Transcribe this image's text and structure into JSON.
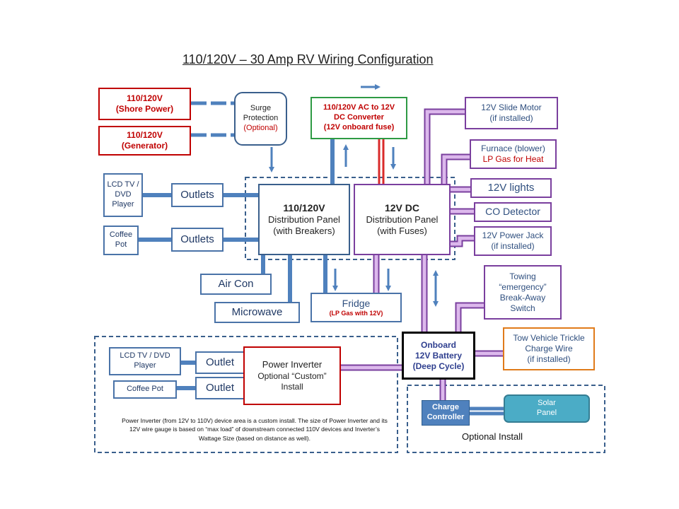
{
  "title": "110/120V – 30 Amp RV Wiring Configuration",
  "nodes": {
    "shore_line1": "110/120V",
    "shore_line2": "(Shore Power)",
    "gen_line1": "110/120V",
    "gen_line2": "(Generator)",
    "surge_line1": "Surge",
    "surge_line2": "Protection",
    "surge_line3": "(Optional)",
    "converter_line1": "110/120V AC to 12V",
    "converter_line2": "DC Converter",
    "converter_line3": "(12V onboard fuse)",
    "slide_line1": "12V Slide Motor",
    "slide_line2": "(if installed)",
    "furnace_line1": "Furnace (blower)",
    "furnace_line2": "LP Gas for Heat",
    "lights": "12V lights",
    "co": "CO Detector",
    "jack_line1": "12V Power Jack",
    "jack_line2": "(if installed)",
    "lcd1_line1": "LCD TV /",
    "lcd1_line2": "DVD",
    "lcd1_line3": "Player",
    "coffee1_line1": "Coffee",
    "coffee1_line2": "Pot",
    "outlets1": "Outlets",
    "outlets2": "Outlets",
    "ac_panel_line1": "110/120V",
    "ac_panel_line2": "Distribution Panel",
    "ac_panel_line3": "(with Breakers)",
    "dc_panel_line1": "12V DC",
    "dc_panel_line2": "Distribution Panel",
    "dc_panel_line3": "(with Fuses)",
    "aircon": "Air Con",
    "microwave": "Microwave",
    "fridge_line1": "Fridge",
    "fridge_line2": "(LP Gas with 12V)",
    "towing_line1": "Towing",
    "towing_line2": "“emergency”",
    "towing_line3": "Break-Away",
    "towing_line4": "Switch",
    "trickle_line1": "Tow Vehicle Trickle",
    "trickle_line2": "Charge Wire",
    "trickle_line3": "(if installed)",
    "battery_line1": "Onboard",
    "battery_line2": "12V Battery",
    "battery_line3": "(Deep Cycle)",
    "lcd2_line1": "LCD TV / DVD",
    "lcd2_line2": "Player",
    "coffee2": "Coffee Pot",
    "outlet3": "Outlet",
    "outlet4": "Outlet",
    "inverter_line1": "Power Inverter",
    "inverter_line2": "Optional “Custom”",
    "inverter_line3": "Install",
    "charge_line1": "Charge",
    "charge_line2": "Controller",
    "solar_line1": "Solar",
    "solar_line2": "Panel"
  },
  "inverter_note": "Power Inverter (from 12V to 110V) device area is a custom install. The size of Power Inverter and its 12V wire gauge is based on “max load” of downstream connected 110V devices and Inverter’s Wattage Size (based on distance as well).",
  "optional_install": "Optional Install",
  "colors": {
    "ac_wire": "#4f81bd",
    "dc_wire": "#c9a0dc",
    "dc_wire_edge": "#7a3f9e",
    "fuse_wire": "#d92b2b",
    "charge_controller_fill": "#4f81bd",
    "solar_fill": "#4bacc6"
  }
}
